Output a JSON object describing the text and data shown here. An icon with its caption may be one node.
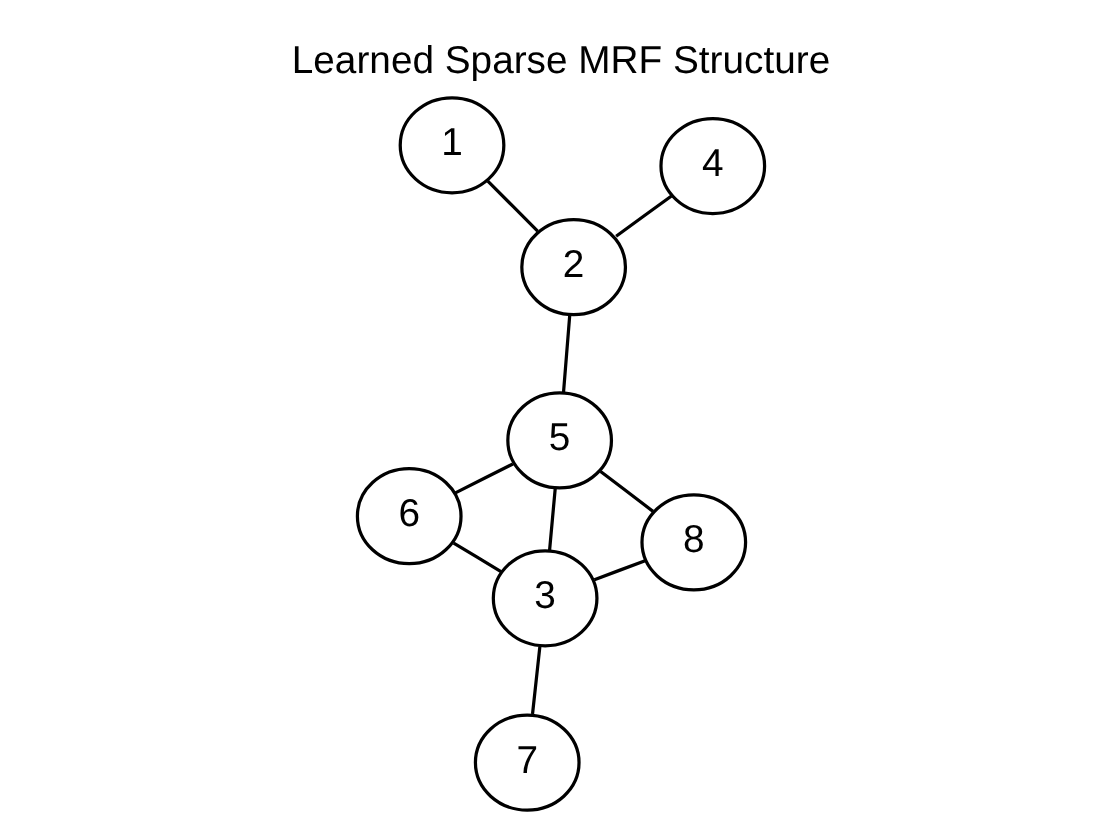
{
  "diagram": {
    "title": "Learned Sparse MRF Structure",
    "nodes": [
      {
        "text": [
          "1"
        ]
      },
      {
        "text": [
          "2"
        ]
      },
      {
        "text": [
          "3"
        ]
      },
      {
        "text": [
          "4"
        ]
      },
      {
        "text": [
          "5"
        ]
      },
      {
        "text": [
          "6"
        ]
      },
      {
        "text": [
          "7"
        ]
      },
      {
        "text": [
          "8"
        ]
      }
    ],
    "edges": [
      {
        "from": 0,
        "to": 1,
        "arrow": "none"
      },
      {
        "from": 1,
        "to": 3,
        "arrow": "none"
      },
      {
        "from": 1,
        "to": 4,
        "arrow": "none"
      },
      {
        "from": 4,
        "to": 7,
        "arrow": "none"
      },
      {
        "from": 4,
        "to": 5,
        "arrow": "none"
      },
      {
        "from": 4,
        "to": 2,
        "arrow": "none"
      },
      {
        "from": 7,
        "to": 2,
        "arrow": "none"
      },
      {
        "from": 5,
        "to": 2,
        "arrow": "none"
      },
      {
        "from": 2,
        "to": 6,
        "arrow": "none"
      }
    ]
  }
}
